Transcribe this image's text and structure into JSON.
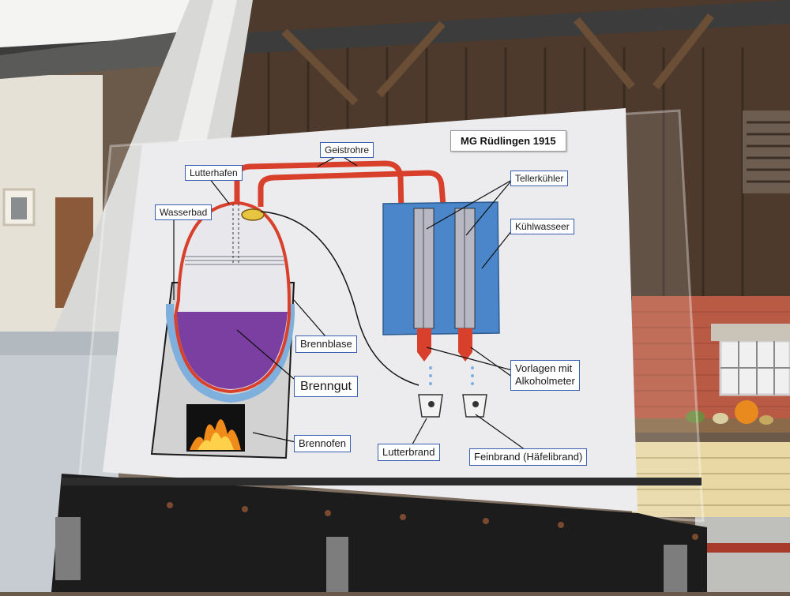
{
  "poster": {
    "title": "MG Rüdlingen 1915",
    "labels": {
      "geistrohre": "Geistrohre",
      "lutterhafen": "Lutterhafen",
      "wasserbad": "Wasserbad",
      "tellerkuehler": "Tellerkühler",
      "kuehlwasser": "Kühlwasseer",
      "brennblase": "Brennblase",
      "brenngut": "Brenngut",
      "brennofen": "Brennofen",
      "vorlagen_line1": "Vorlagen mit",
      "vorlagen_line2": "Alkoholmeter",
      "lutterbrand": "Lutterbrand",
      "feinbrand": "Feinbrand (Häfelibrand)"
    }
  },
  "colors": {
    "pipe": "#d8402c",
    "cooler_water": "#4a86c9",
    "mash": "#7a3fa0",
    "water_bath": "#7fb0dd",
    "label_border": "#3a5fb0"
  }
}
